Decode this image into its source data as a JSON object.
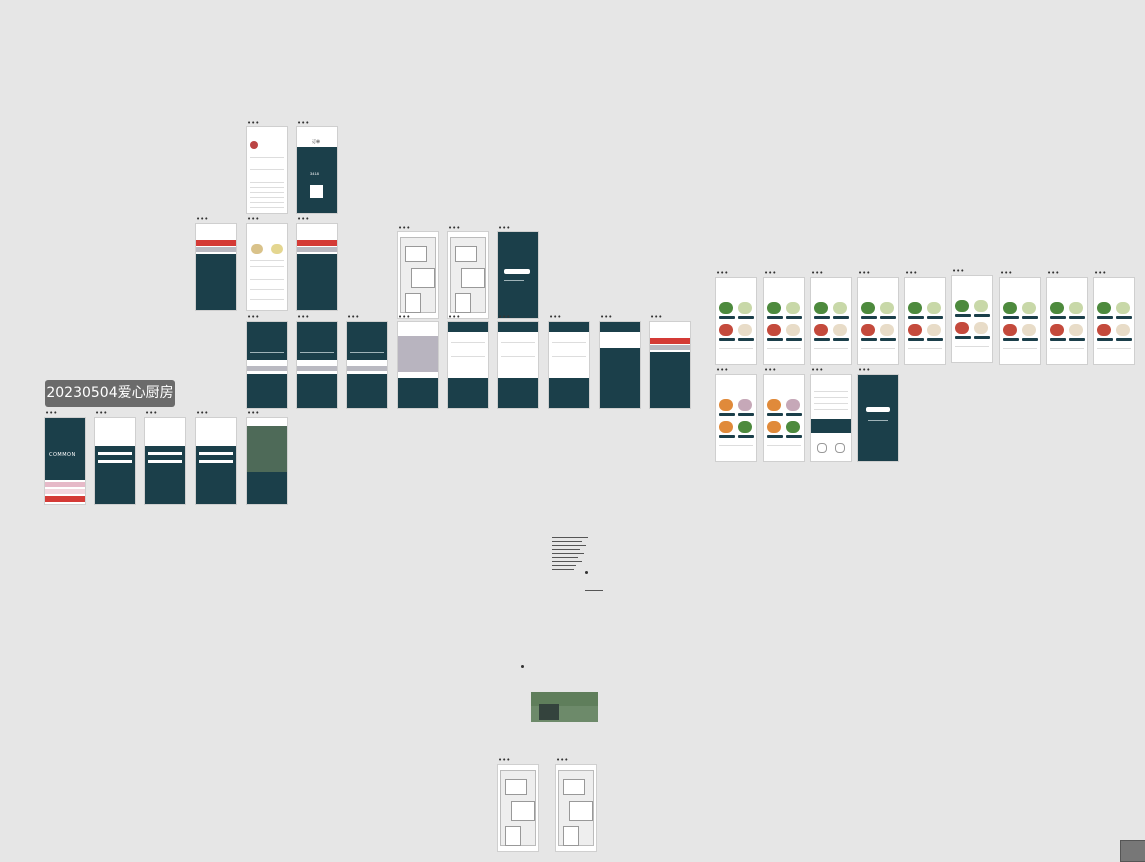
{
  "board": {
    "title": "20230504爱心厨房",
    "frame_dots": "•••"
  },
  "colors": {
    "canvas": "#e6e6e6",
    "primary": "#1b3f4a",
    "accent_red": "#d43a36"
  },
  "screens": {
    "login_logo": "COMMON",
    "order_heading": "订单",
    "order_code": "3418"
  }
}
